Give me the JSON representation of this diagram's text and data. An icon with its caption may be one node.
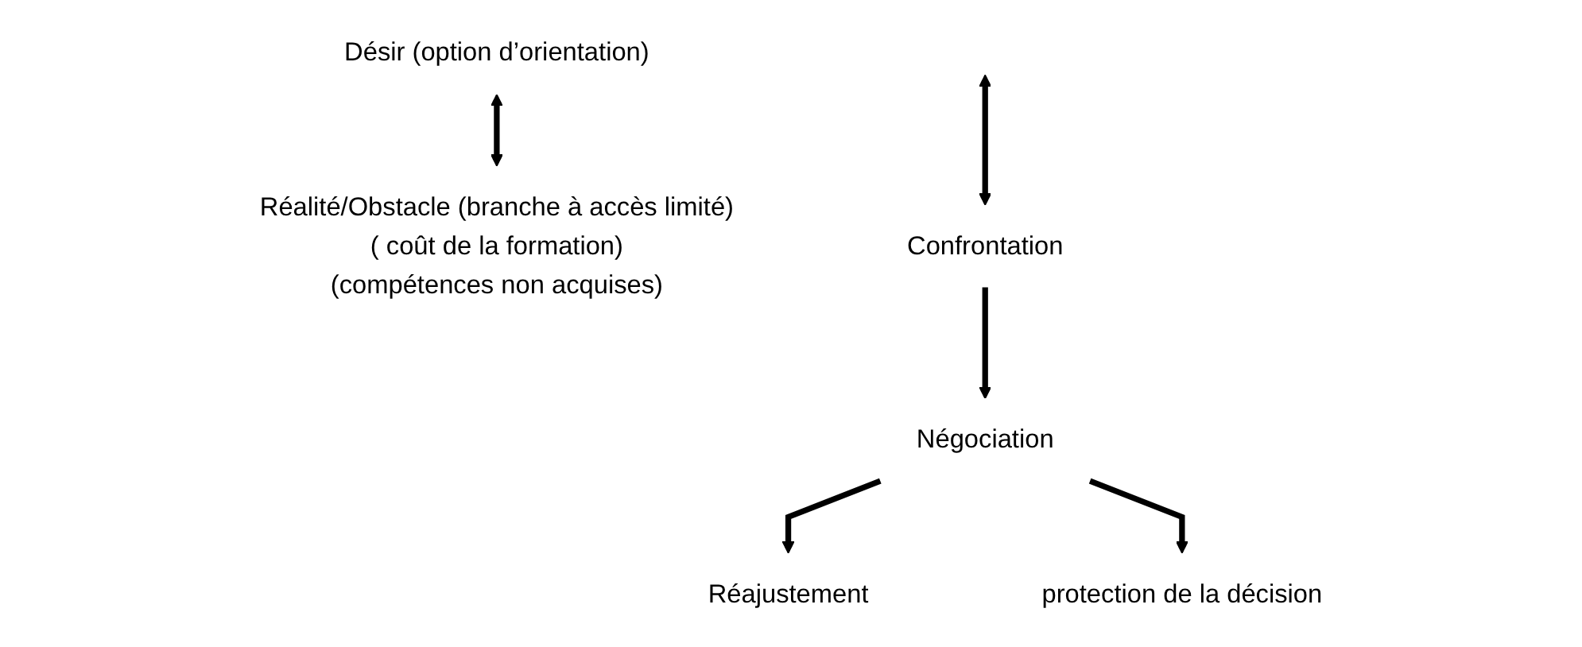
{
  "diagram": {
    "nodes": [
      {
        "text": [
          "Désir (option d’orientation)"
        ]
      },
      {
        "text": [
          "Réalité/Obstacle (branche à accès limité)",
          "( coût de la formation)",
          "(compétences non acquises)"
        ]
      },
      {
        "text": [
          "Confrontation"
        ]
      },
      {
        "text": [
          "Négociation"
        ]
      },
      {
        "text": [
          "Réajustement"
        ]
      },
      {
        "text": [
          "protection de la décision"
        ]
      }
    ],
    "edges": [
      {
        "from": 0,
        "to": 1,
        "arrow": "both"
      },
      {
        "from": null,
        "to": 2,
        "arrow": "both"
      },
      {
        "from": 2,
        "to": 3,
        "arrow": "to"
      },
      {
        "from": 3,
        "to": 4,
        "arrow": "to"
      },
      {
        "from": 3,
        "to": 5,
        "arrow": "to"
      }
    ]
  }
}
